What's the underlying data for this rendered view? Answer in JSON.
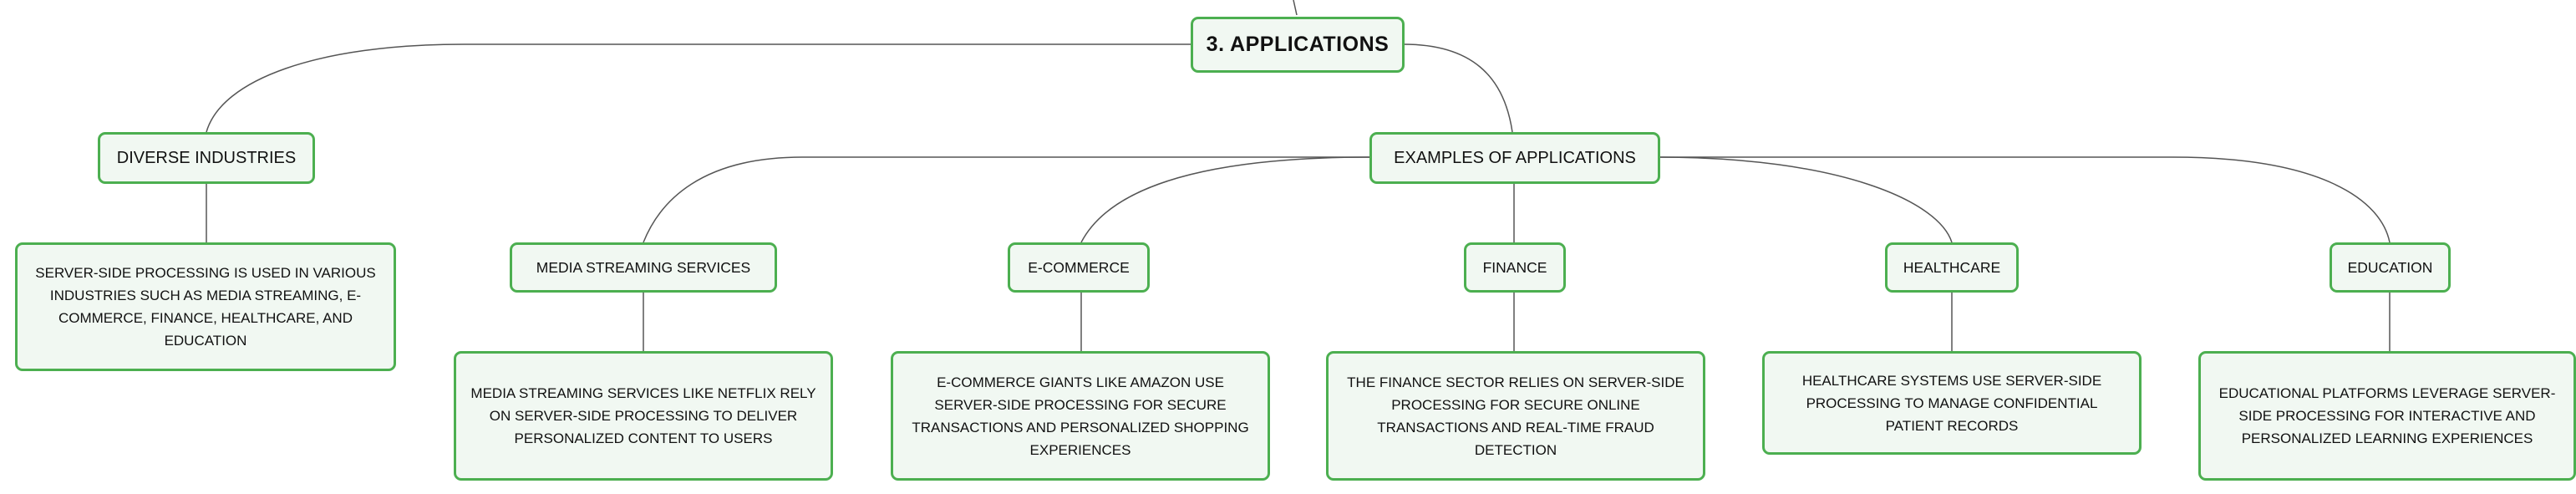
{
  "colors": {
    "node_border": "#4caf50",
    "node_fill": "#f1f8f2",
    "connector": "#555555"
  },
  "mindmap": {
    "root": {
      "label": "3. APPLICATIONS"
    },
    "diverse": {
      "label": "DIVERSE INDUSTRIES",
      "detail": "SERVER-SIDE PROCESSING IS USED IN VARIOUS INDUSTRIES SUCH AS MEDIA STREAMING, E-COMMERCE, FINANCE, HEALTHCARE, AND EDUCATION"
    },
    "examples": {
      "label": "EXAMPLES OF APPLICATIONS",
      "items": [
        {
          "label": "MEDIA STREAMING SERVICES",
          "detail": "MEDIA STREAMING SERVICES LIKE NETFLIX RELY ON SERVER-SIDE PROCESSING TO DELIVER PERSONALIZED CONTENT TO USERS"
        },
        {
          "label": "E-COMMERCE",
          "detail": "E-COMMERCE GIANTS LIKE AMAZON USE SERVER-SIDE PROCESSING FOR SECURE TRANSACTIONS AND PERSONALIZED SHOPPING EXPERIENCES"
        },
        {
          "label": "FINANCE",
          "detail": "THE FINANCE SECTOR RELIES ON SERVER-SIDE PROCESSING FOR SECURE ONLINE TRANSACTIONS AND REAL-TIME FRAUD DETECTION"
        },
        {
          "label": "HEALTHCARE",
          "detail": "HEALTHCARE SYSTEMS USE SERVER-SIDE PROCESSING TO MANAGE CONFIDENTIAL PATIENT RECORDS"
        },
        {
          "label": "EDUCATION",
          "detail": "EDUCATIONAL PLATFORMS LEVERAGE SERVER-SIDE PROCESSING FOR INTERACTIVE AND PERSONALIZED LEARNING EXPERIENCES"
        }
      ]
    }
  }
}
